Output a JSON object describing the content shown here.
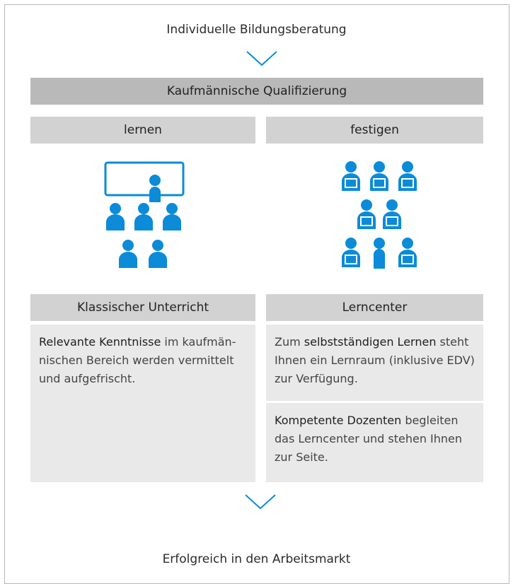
{
  "top": {
    "title": "Individuelle Bildungsberatung"
  },
  "header_bar": {
    "label": "Kaufmännische Qualifizierung"
  },
  "columns": {
    "left": {
      "label": "lernen"
    },
    "right": {
      "label": "festigen"
    }
  },
  "left_box": {
    "title": "Klassischer Unterricht",
    "text_highlight": "Relevante Kenntnisse",
    "text_rest": " im kaufmän-nischen Bereich werden vermittelt und aufgefrischt."
  },
  "right_box": {
    "title": "Lerncenter",
    "panel1": {
      "prefix": "Zum ",
      "highlight": "selbstständigen Lernen",
      "rest": " steht Ihnen ein Lernraum (inklusive EDV) zur Verfügung."
    },
    "panel2": {
      "highlight": "Kompetente Dozenten",
      "rest": " begleiten das Lerncenter  und stehen Ihnen zur Seite."
    }
  },
  "bottom": {
    "title": "Erfolgreich in den Arbeitsmarkt"
  },
  "colors": {
    "accent_blue": "#0b8bd8",
    "bar_dark": "#b9b9b9",
    "bar_light": "#d2d2d2",
    "panel": "#e9e9e9"
  },
  "icons": [
    "chevron-down-icon",
    "classroom-icon",
    "computer-learners-icon"
  ]
}
